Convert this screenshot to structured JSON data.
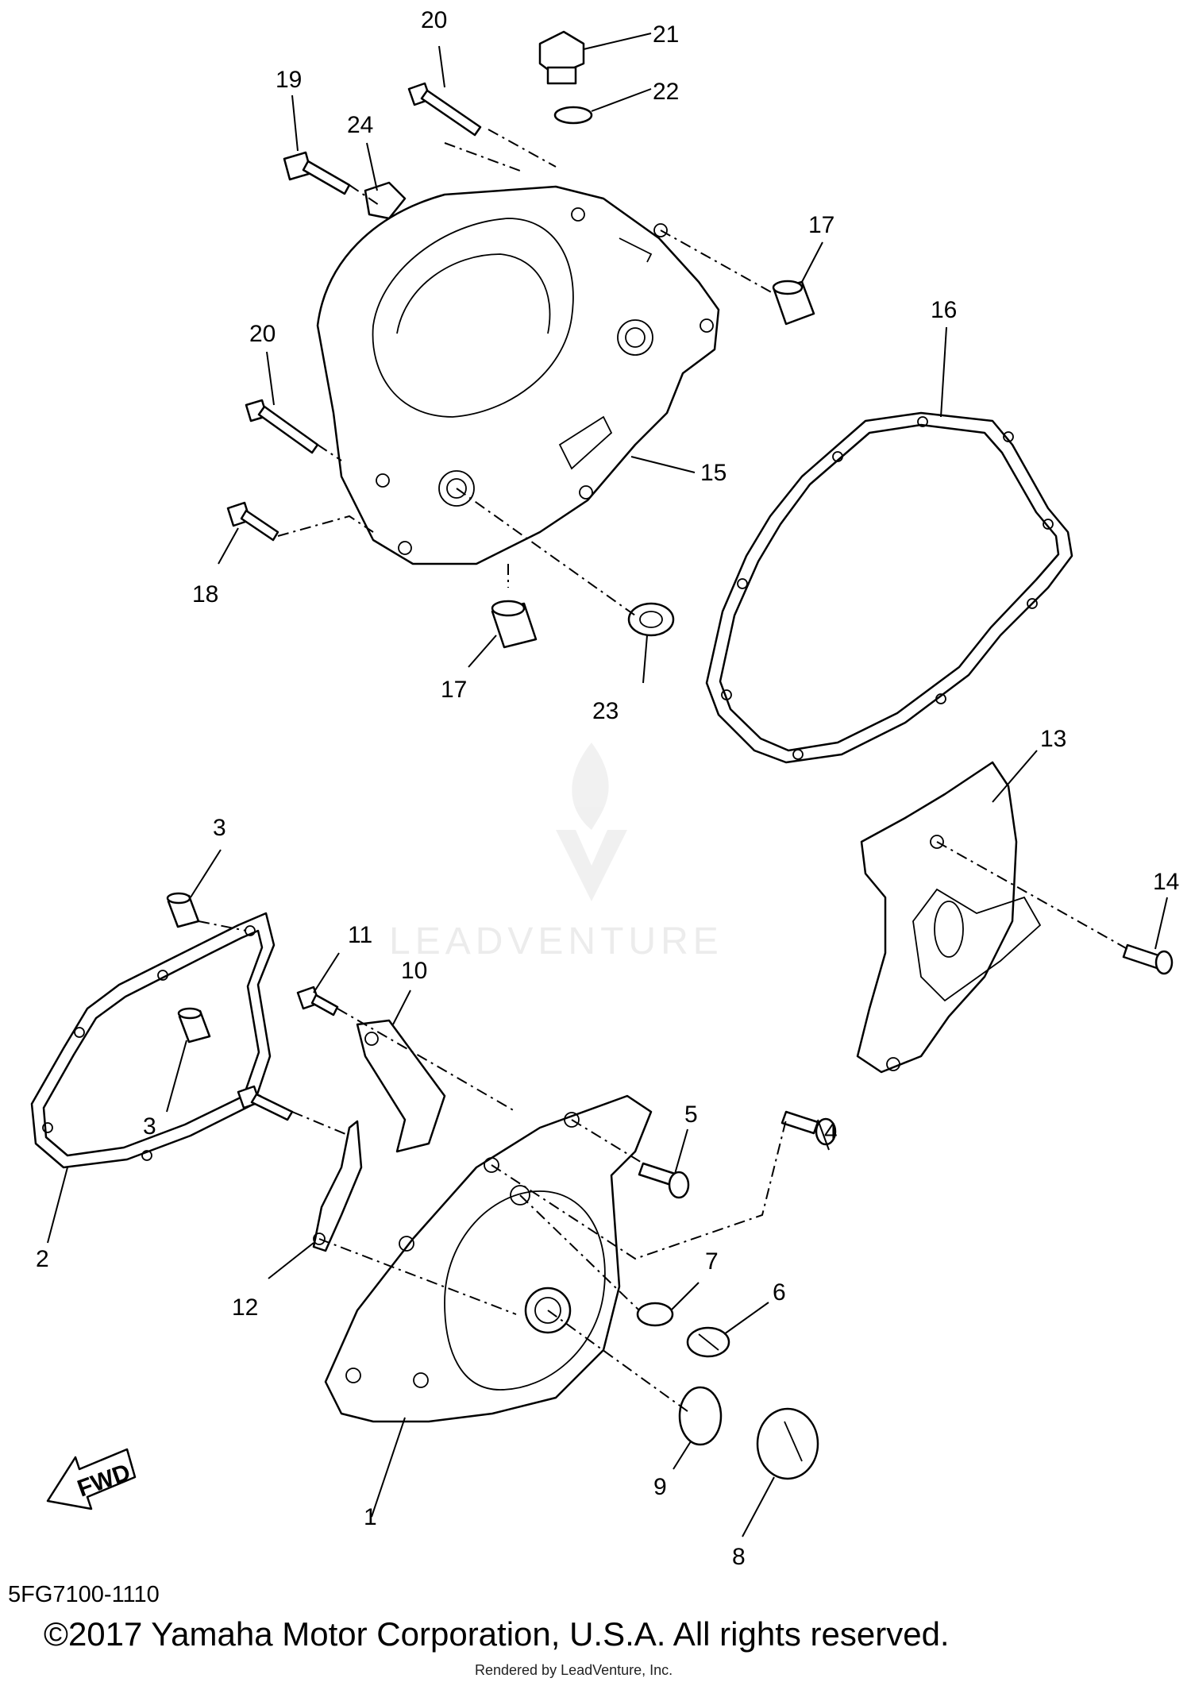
{
  "diagram": {
    "callouts": [
      {
        "id": "1",
        "label": "1"
      },
      {
        "id": "2",
        "label": "2"
      },
      {
        "id": "3a",
        "label": "3"
      },
      {
        "id": "3b",
        "label": "3"
      },
      {
        "id": "4",
        "label": "4"
      },
      {
        "id": "5",
        "label": "5"
      },
      {
        "id": "6",
        "label": "6"
      },
      {
        "id": "7",
        "label": "7"
      },
      {
        "id": "8",
        "label": "8"
      },
      {
        "id": "9",
        "label": "9"
      },
      {
        "id": "10",
        "label": "10"
      },
      {
        "id": "11",
        "label": "11"
      },
      {
        "id": "12",
        "label": "12"
      },
      {
        "id": "13",
        "label": "13"
      },
      {
        "id": "14",
        "label": "14"
      },
      {
        "id": "15",
        "label": "15"
      },
      {
        "id": "16",
        "label": "16"
      },
      {
        "id": "17a",
        "label": "17"
      },
      {
        "id": "17b",
        "label": "17"
      },
      {
        "id": "18",
        "label": "18"
      },
      {
        "id": "19",
        "label": "19"
      },
      {
        "id": "20a",
        "label": "20"
      },
      {
        "id": "20b",
        "label": "20"
      },
      {
        "id": "21",
        "label": "21"
      },
      {
        "id": "22",
        "label": "22"
      },
      {
        "id": "23",
        "label": "23"
      },
      {
        "id": "24",
        "label": "24"
      }
    ],
    "fwd_label": "FWD",
    "diagram_code": "5FG7100-1110",
    "copyright": "©2017 Yamaha Motor Corporation, U.S.A. All rights reserved.",
    "rendered_by": "Rendered by LeadVenture, Inc.",
    "watermark": "LEADVENTURE"
  }
}
